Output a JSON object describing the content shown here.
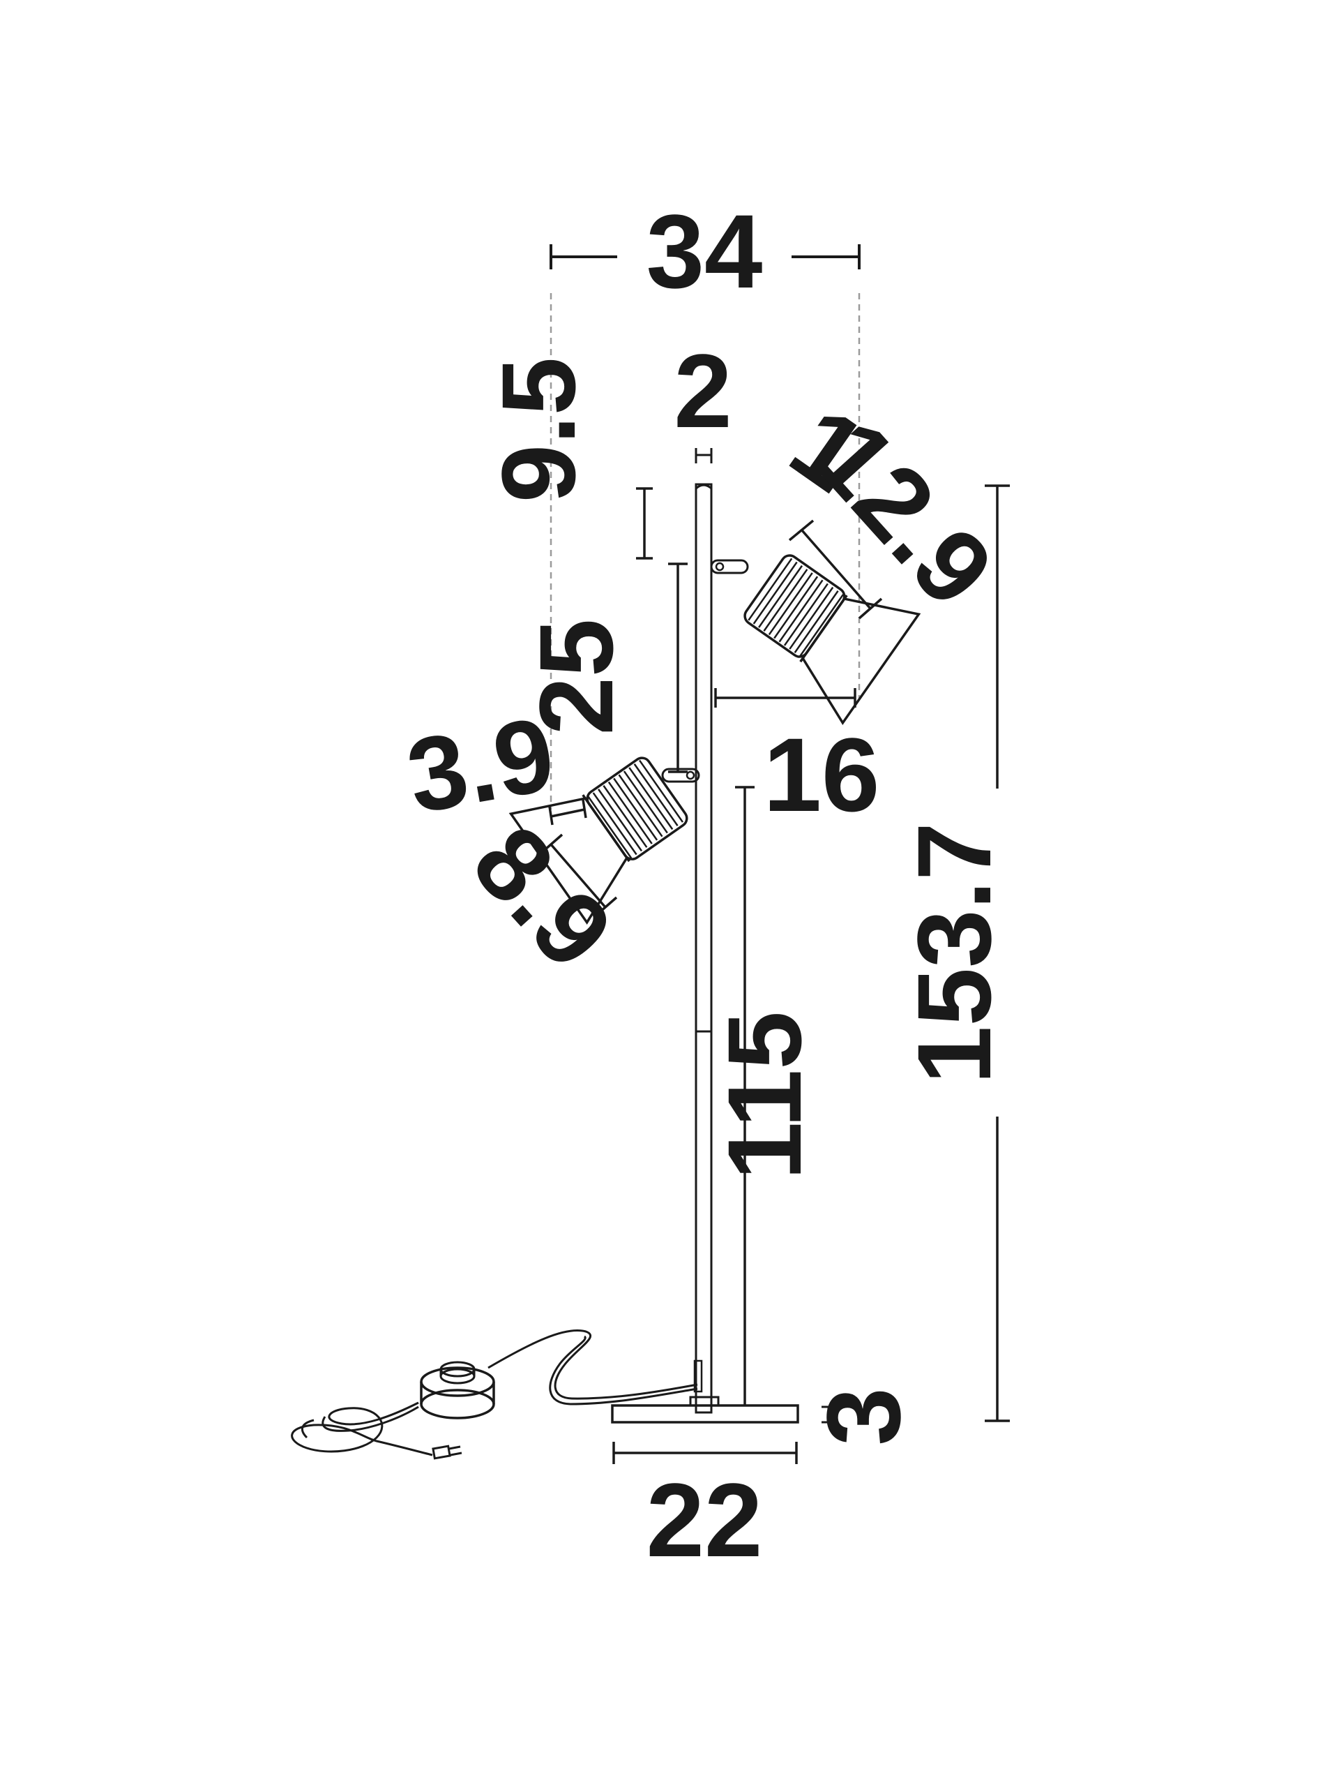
{
  "diagram": {
    "colors": {
      "ink": "#1a1a1a",
      "guide": "#9a9a9a",
      "background": "#ffffff"
    },
    "dimensions": {
      "overall_width": "34",
      "pole_diameter": "2",
      "upper_head_arm_length": "1",
      "upper_head_diameter": "12.9",
      "pole_top_to_upper_head": "9.5",
      "head_spacing": "25",
      "lower_head_offset": "3.9",
      "lower_head_diameter": "8.9",
      "upper_head_reach": "16",
      "lower_pole_height": "115",
      "total_height": "153.7",
      "base_thickness": "3",
      "base_diameter": "22"
    }
  }
}
